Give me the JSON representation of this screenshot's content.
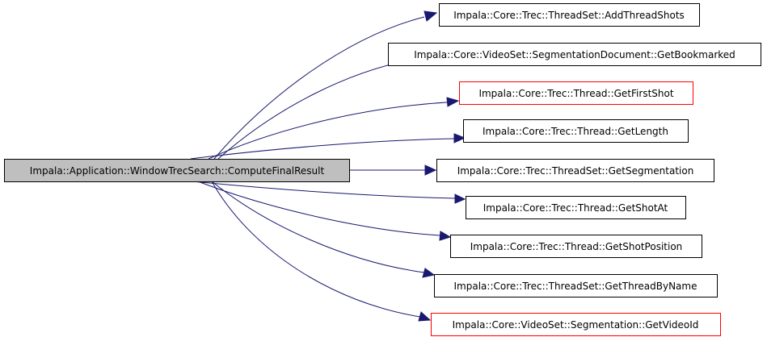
{
  "graph": {
    "root": {
      "label": "Impala::Application::WindowTrecSearch::ComputeFinalResult",
      "fill": "#bfbfbf",
      "border": "#000000"
    },
    "edge_color": "#191970",
    "callees": [
      {
        "label": "Impala::Core::Trec::ThreadSet::AddThreadShots",
        "border": "#000000"
      },
      {
        "label": "Impala::Core::VideoSet::SegmentationDocument::GetBookmarked",
        "border": "#000000"
      },
      {
        "label": "Impala::Core::Trec::Thread::GetFirstShot",
        "border": "#ff0000"
      },
      {
        "label": "Impala::Core::Trec::Thread::GetLength",
        "border": "#000000"
      },
      {
        "label": "Impala::Core::Trec::ThreadSet::GetSegmentation",
        "border": "#000000"
      },
      {
        "label": "Impala::Core::Trec::Thread::GetShotAt",
        "border": "#000000"
      },
      {
        "label": "Impala::Core::Trec::Thread::GetShotPosition",
        "border": "#000000"
      },
      {
        "label": "Impala::Core::Trec::ThreadSet::GetThreadByName",
        "border": "#000000"
      },
      {
        "label": "Impala::Core::VideoSet::Segmentation::GetVideoId",
        "border": "#ff0000"
      }
    ]
  }
}
